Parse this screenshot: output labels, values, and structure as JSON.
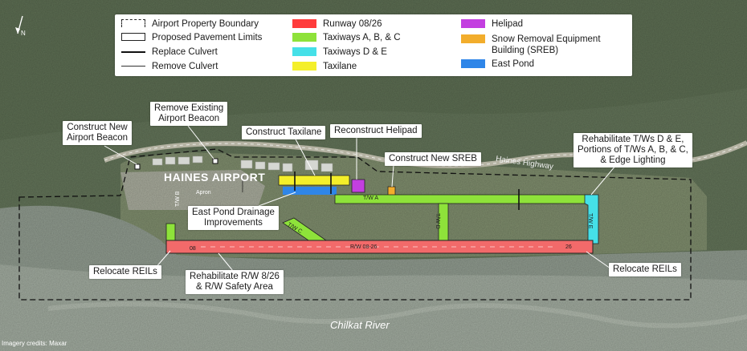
{
  "legend": {
    "items": [
      {
        "label": "Airport Property Boundary",
        "symbol": "dashed-boundary"
      },
      {
        "label": "Proposed Pavement Limits",
        "symbol": "outline-box"
      },
      {
        "label": "Replace Culvert",
        "symbol": "thick-line"
      },
      {
        "label": "Remove Culvert",
        "symbol": "thin-line"
      },
      {
        "label": "Runway 08/26",
        "symbol": "fill",
        "color": "#ff3b3b"
      },
      {
        "label": "Taxiways A, B, & C",
        "symbol": "fill",
        "color": "#8ee23a"
      },
      {
        "label": "Taxiways D & E",
        "symbol": "fill",
        "color": "#45e0e8"
      },
      {
        "label": "Taxilane",
        "symbol": "fill",
        "color": "#f4ef2a"
      },
      {
        "label": "Helipad",
        "symbol": "fill",
        "color": "#c33fe0"
      },
      {
        "label": "Snow Removal Equipment Building (SREB)",
        "symbol": "fill",
        "color": "#f2ad2c"
      },
      {
        "label": "East Pond",
        "symbol": "fill",
        "color": "#2f86e8"
      }
    ]
  },
  "callouts": {
    "construct_beacon": "Construct New\nAirport Beacon",
    "remove_beacon": "Remove Existing\nAirport Beacon",
    "construct_taxilane": "Construct Taxilane",
    "reconstruct_helipad": "Reconstruct Helipad",
    "construct_sreb": "Construct New SREB",
    "rehab_taxiways": "Rehabilitate T/Ws D & E,\nPortions of T/Ws A, B, & C,\n& Edge Lighting",
    "east_pond": "East Pond Drainage\nImprovements",
    "relocate_reils_west": "Relocate REILs",
    "relocate_reils_east": "Relocate REILs",
    "rehab_runway": "Rehabilitate R/W 8/26\n& R/W Safety Area"
  },
  "map_text": {
    "airport_name": "HAINES AIRPORT",
    "apron": "Apron",
    "highway": "Haines Highway",
    "river": "Chilkat River",
    "credits": "Imagery credits: Maxar"
  },
  "pavement_labels": {
    "twa": "T/W A",
    "twb": "T/W B",
    "twc": "T/W C",
    "twd": "T/W D",
    "twe": "T/W E",
    "runway": "R/W 08-26",
    "rw26": "26",
    "rw08": "08"
  },
  "colors": {
    "runway": "#ff3b3b",
    "taxiways_abc": "#8ee23a",
    "taxiways_de": "#45e0e8",
    "taxilane": "#f4ef2a",
    "helipad": "#c33fe0",
    "sreb": "#f2ad2c",
    "east_pond": "#2f86e8"
  },
  "icons": {
    "north_arrow": "north-arrow-icon",
    "beacon": "beacon-marker-icon"
  }
}
